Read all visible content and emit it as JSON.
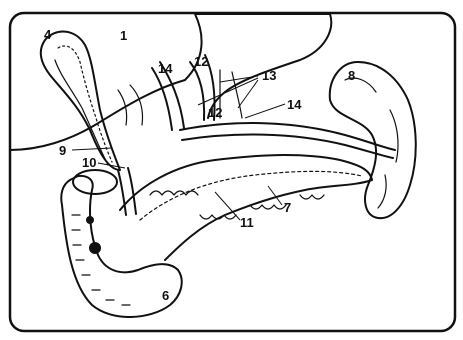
{
  "diagram": {
    "labels": {
      "l1": "1",
      "l4": "4",
      "l6": "6",
      "l7": "7",
      "l8": "8",
      "l9": "9",
      "l10": "10",
      "l11": "11",
      "l12a": "12",
      "l12b": "12",
      "l13": "13",
      "l14a": "14",
      "l14b": "14"
    }
  }
}
